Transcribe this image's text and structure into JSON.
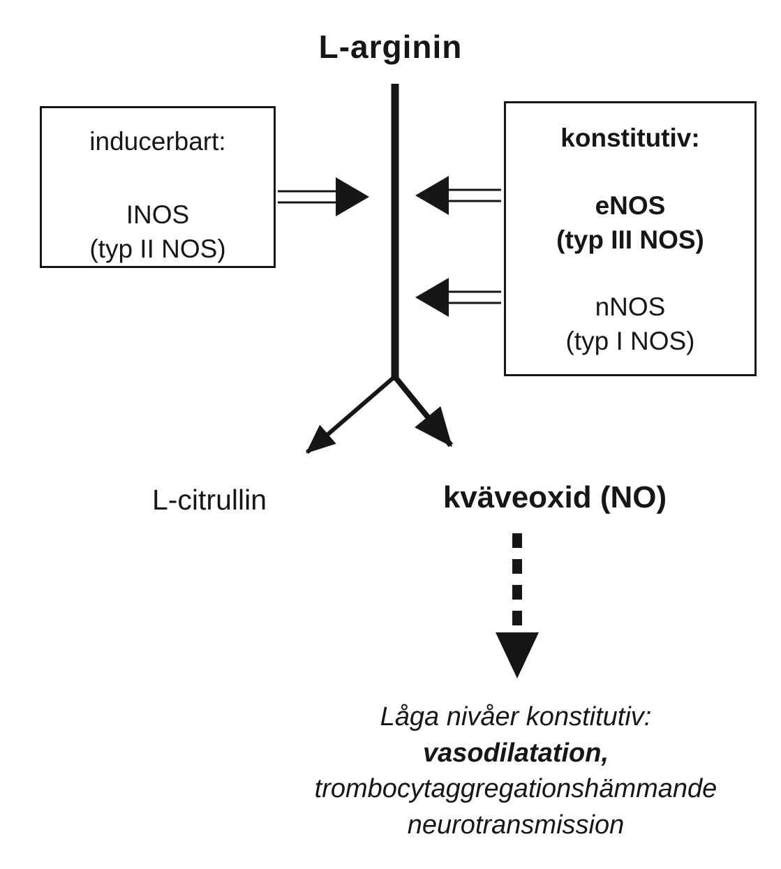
{
  "diagram": {
    "title": "L-arginin",
    "left_box": {
      "line1": "inducerbart:",
      "line2": "INOS",
      "line3": "(typ II NOS)"
    },
    "right_box": {
      "heading": "konstitutiv:",
      "enos_name": "eNOS",
      "enos_type": "(typ III NOS)",
      "nnos_name": "nNOS",
      "nnos_type": "(typ I NOS)"
    },
    "products": {
      "left": "L-citrullin",
      "right": "kväveoxid (NO)"
    },
    "footer": {
      "line1": "Låga nivåer konstitutiv:",
      "line2": "vasodilatation,",
      "line3": "trombocytaggregationshämmande",
      "line4": "neurotransmission"
    },
    "colors": {
      "ink": "#161616",
      "background": "#ffffff"
    }
  }
}
